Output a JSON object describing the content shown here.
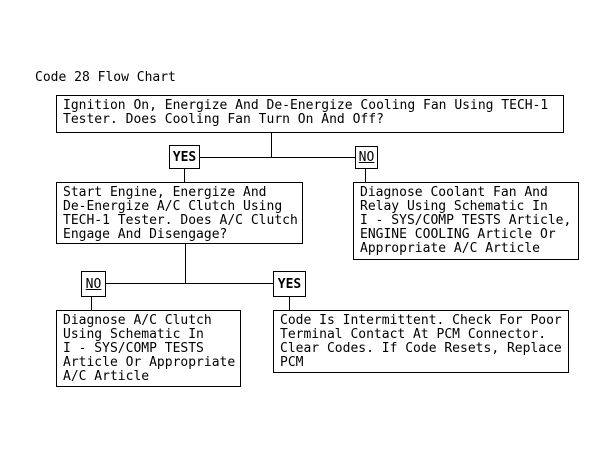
{
  "title": "Code 28 Flow Chart",
  "colors": {
    "background": "#ffffff",
    "line": "#000000",
    "text": "#000000"
  },
  "flowchart": {
    "question1": "Ignition On, Energize And De-Energize Cooling Fan Using TECH-1\nTester. Does Cooling Fan Turn On And Off?",
    "branch1": {
      "yes": "YES",
      "no": "NO"
    },
    "question2": "Start Engine, Energize And\nDe-Energize A/C Clutch Using\nTECH-1 Tester. Does A/C Clutch\nEngage And Disengage?",
    "action_no1": "Diagnose Coolant Fan And\nRelay Using Schematic In\nI - SYS/COMP TESTS Article,\nENGINE COOLING Article Or\nAppropriate A/C Article",
    "branch2": {
      "no": "NO",
      "yes": "YES"
    },
    "action_no2": "Diagnose A/C Clutch\nUsing Schematic In\nI - SYS/COMP TESTS\nArticle Or Appropriate\nA/C Article",
    "action_yes2": "Code Is Intermittent. Check For Poor\nTerminal Contact At PCM Connector.\nClear Codes. If Code Resets, Replace\nPCM"
  }
}
